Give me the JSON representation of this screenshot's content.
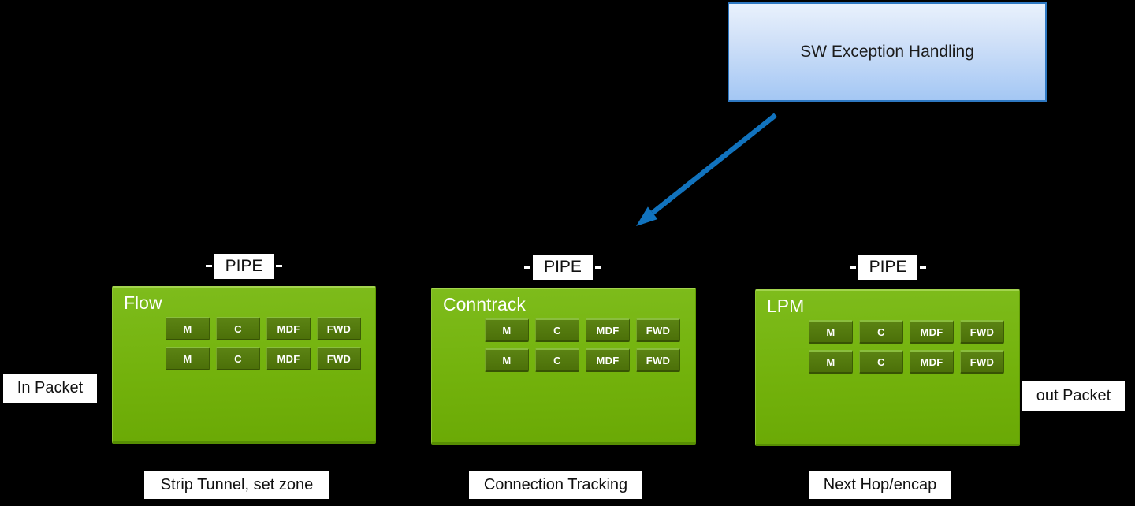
{
  "background": "#000000",
  "exception_box": {
    "label": "SW Exception Handling"
  },
  "arrow": {
    "color": "#1173be"
  },
  "pipes": [
    {
      "pipe_label": "PIPE",
      "name": "Flow",
      "caption": "Strip Tunnel, set zone",
      "stages": [
        [
          "M",
          "C",
          "MDF",
          "FWD"
        ],
        [
          "M",
          "C",
          "MDF",
          "FWD"
        ]
      ]
    },
    {
      "pipe_label": "PIPE",
      "name": "Conntrack",
      "caption": "Connection Tracking",
      "stages": [
        [
          "M",
          "C",
          "MDF",
          "FWD"
        ],
        [
          "M",
          "C",
          "MDF",
          "FWD"
        ]
      ]
    },
    {
      "pipe_label": "PIPE",
      "name": "LPM",
      "caption": "Next Hop/encap",
      "stages": [
        [
          "M",
          "C",
          "MDF",
          "FWD"
        ],
        [
          "M",
          "C",
          "MDF",
          "FWD"
        ]
      ]
    }
  ],
  "io_labels": {
    "in": "In Packet",
    "out": "out Packet"
  },
  "colors": {
    "pipe_green": "#73b20c",
    "pipe_green_highlight": "#a3d44e",
    "stage_green": "#537a0e",
    "stage_green_highlight": "#8abe3e",
    "arrow_blue": "#1173be",
    "exception_fill_top": "#e9f1fc",
    "exception_fill_bottom": "#a4c7f4",
    "exception_border": "#2e78c2",
    "label_bg": "#ffffff",
    "label_text": "#111111"
  }
}
